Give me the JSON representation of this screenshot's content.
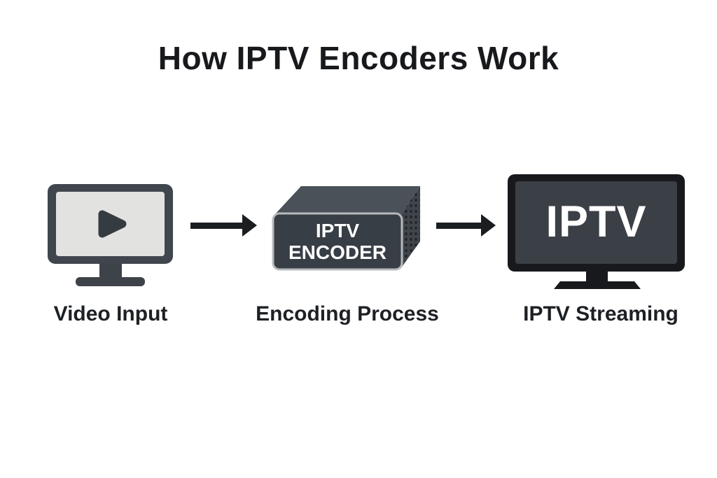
{
  "title": "How IPTV Encoders Work",
  "stages": [
    {
      "id": "video-input",
      "label": "Video Input",
      "icon": "monitor-play-icon"
    },
    {
      "id": "encoding-process",
      "label": "Encoding Process",
      "icon": "encoder-box-icon",
      "device_text": [
        "IPTV",
        "ENCODER"
      ]
    },
    {
      "id": "iptv-streaming",
      "label": "IPTV Streaming",
      "icon": "tv-icon",
      "device_text": "IPTV"
    }
  ],
  "connectors": [
    {
      "from": "video-input",
      "to": "encoding-process",
      "icon": "arrow-right-icon"
    },
    {
      "from": "encoding-process",
      "to": "iptv-streaming",
      "icon": "arrow-right-icon"
    }
  ],
  "colors": {
    "background": "#ffffff",
    "title_text": "#17191c",
    "label_text": "#1d2024",
    "monitor_frame": "#40464d",
    "monitor_screen": "#e2e2e0",
    "play_triangle": "#343b41",
    "arrow": "#1b1e21",
    "encoder_front": "#383e45",
    "encoder_top": "#4b5158",
    "encoder_side": "#40454c",
    "encoder_border": "#b7babd",
    "encoder_text": "#ffffff",
    "tv_frame": "#17191c",
    "tv_screen": "#3b4046",
    "tv_text": "#ffffff"
  }
}
